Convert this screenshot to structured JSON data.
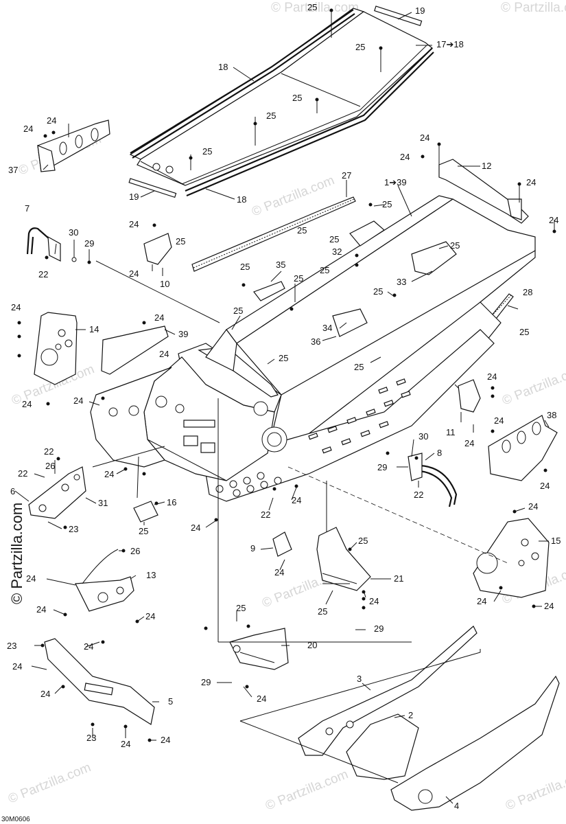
{
  "diagram": {
    "watermark": "© Partzilla.com",
    "drawing_code": "30M0606",
    "callouts": {
      "c25a": "25",
      "c19a": "19",
      "c25b": "25",
      "c17": "17➔18",
      "c18a": "18",
      "c25c": "25",
      "c25d": "25",
      "c25e": "25",
      "c19b": "19",
      "c18b": "18",
      "c24a": "24",
      "c24b": "24",
      "c37": "37",
      "c24c": "24",
      "c24d": "24",
      "c12": "12",
      "c24e": "24",
      "c24f": "24",
      "c27": "27",
      "c1": "1➔39",
      "c25f": "25",
      "c25g": "25",
      "c7": "7",
      "c30a": "30",
      "c29a": "29",
      "c22a": "22",
      "c24g": "24",
      "c25h": "25",
      "c24h": "24",
      "c10": "10",
      "c32": "32",
      "c25i": "25",
      "c25j": "25",
      "c35": "35",
      "c33": "33",
      "c25k": "25",
      "c25l": "25",
      "c25m": "25",
      "c28": "28",
      "c25n": "25",
      "c34": "34",
      "c36": "36",
      "c24i": "24",
      "c14": "14",
      "c24j": "24",
      "c39": "39",
      "c24k": "24",
      "c25o": "25",
      "c25p": "25",
      "c24l": "24",
      "c24m": "24",
      "c24n": "24",
      "c11": "11",
      "c24o": "24",
      "c24p": "24",
      "c38": "38",
      "c30b": "30",
      "c8": "8",
      "c29b": "29",
      "c22b": "22",
      "c22c": "22",
      "c22d": "22",
      "c26a": "26",
      "c25q": "25",
      "c6": "6",
      "c31": "31",
      "c23a": "23",
      "c24q": "24",
      "c16": "16",
      "c25r": "25",
      "c24r": "24",
      "c22e": "22",
      "c24s": "24",
      "c24t": "24",
      "c15": "15",
      "c9": "9",
      "c24u": "24",
      "c25s": "25",
      "c21": "21",
      "c25t": "25",
      "c24v": "24",
      "c24w": "24",
      "c26b": "26",
      "c24x": "24",
      "c13": "13",
      "c24y": "24",
      "c24z": "24",
      "c24aa": "24",
      "c29c": "29",
      "c25u": "25",
      "c20": "20",
      "c23b": "23",
      "c24ab": "24",
      "c24ac": "24",
      "c5": "5",
      "c29d": "29",
      "c24ad": "24",
      "c3": "3",
      "c2": "2",
      "c23c": "23",
      "c24ae": "24",
      "c24af": "24",
      "c4": "4"
    }
  }
}
